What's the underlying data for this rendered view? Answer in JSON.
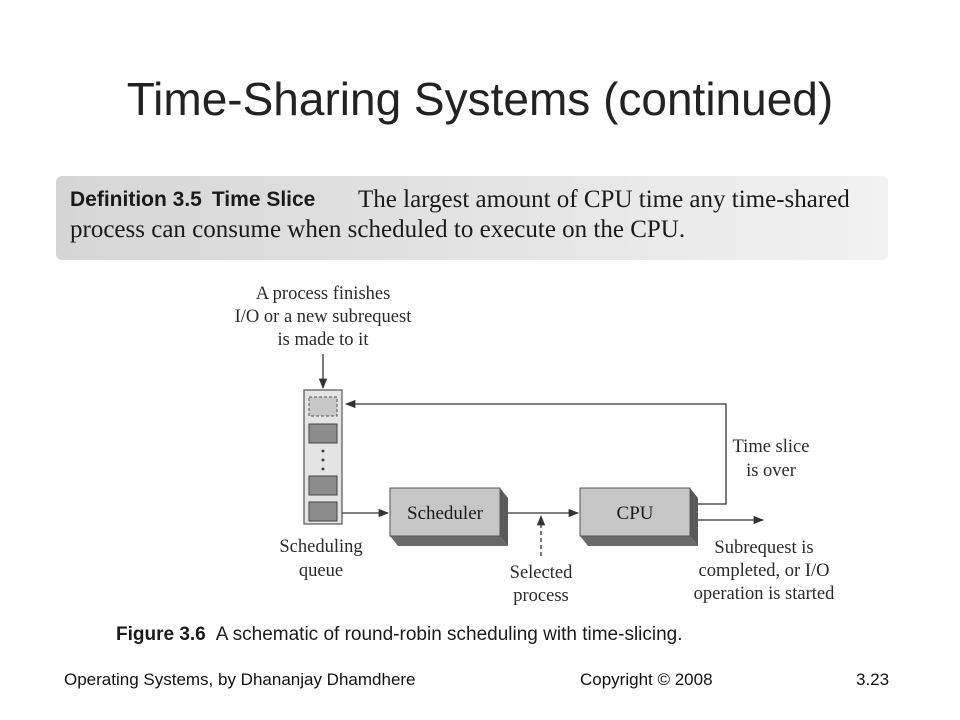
{
  "slide": {
    "title": "Time-Sharing Systems (continued)"
  },
  "definition": {
    "label": "Definition 3.5",
    "term": "Time Slice",
    "text_line1": "The largest amount of CPU time any time-shared",
    "text_line2": "process can consume when scheduled to execute on the CPU."
  },
  "diagram": {
    "top_note": [
      "A process finishes",
      "I/O or a new subrequest",
      "is made to it"
    ],
    "queue_label": [
      "Scheduling",
      "queue"
    ],
    "scheduler_label": "Scheduler",
    "cpu_label": "CPU",
    "selected_label": [
      "Selected",
      "process"
    ],
    "time_slice_label": [
      "Time slice",
      "is over"
    ],
    "completed_label": [
      "Subrequest is",
      "completed, or I/O",
      "operation is started"
    ]
  },
  "caption": {
    "figure": "Figure 3.6",
    "text": "A schematic of round-robin scheduling with time-slicing."
  },
  "footer": {
    "left": "Operating Systems, by Dhananjay Dhamdhere",
    "center": "Copyright © 2008",
    "right": "3.23"
  }
}
